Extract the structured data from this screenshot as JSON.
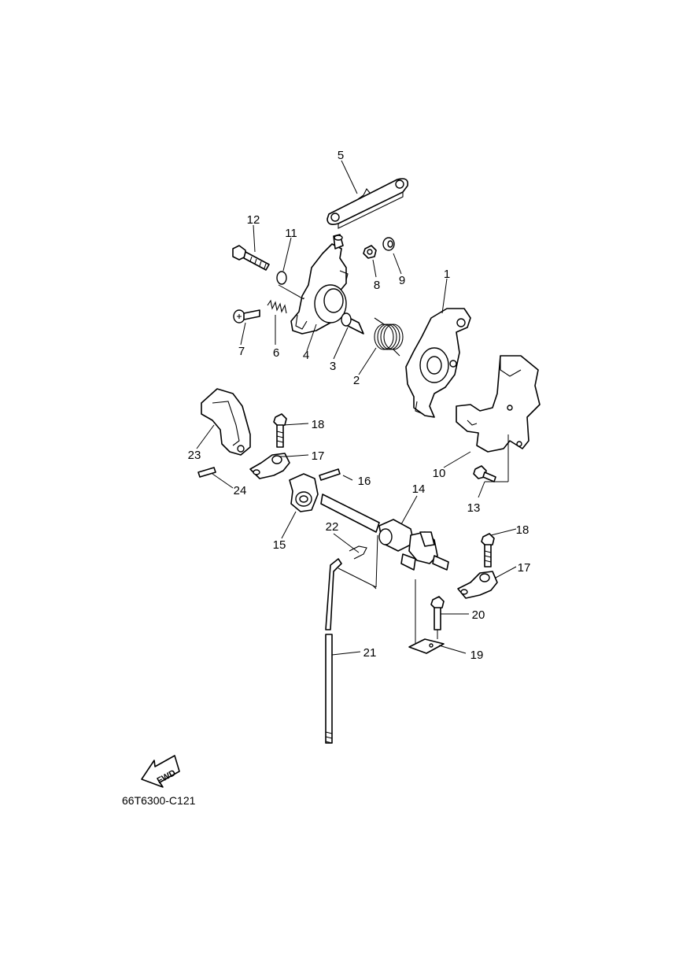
{
  "diagram_code": "66T6300-C121",
  "fwd_label": "FWD",
  "callouts": {
    "p1": "1",
    "p2": "2",
    "p3": "3",
    "p4": "4",
    "p5": "5",
    "p6": "6",
    "p7": "7",
    "p8": "8",
    "p9": "9",
    "p10": "10",
    "p11": "11",
    "p12": "12",
    "p13": "13",
    "p14": "14",
    "p15": "15",
    "p16": "16",
    "p17a": "17",
    "p17b": "17",
    "p18a": "18",
    "p18b": "18",
    "p19": "19",
    "p20": "20",
    "p21": "21",
    "p22": "22",
    "p23": "23",
    "p24": "24"
  }
}
